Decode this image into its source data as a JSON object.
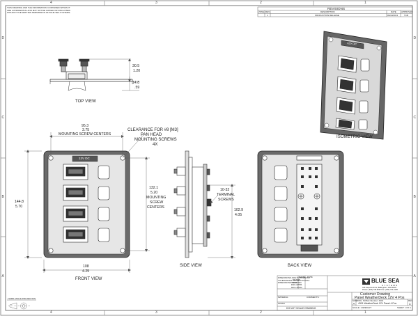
{
  "zones": {
    "top": [
      "4",
      "3",
      "2",
      "1"
    ],
    "bottom": [
      "4",
      "3",
      "2",
      "1"
    ],
    "sides": [
      "D",
      "C",
      "B",
      "A"
    ]
  },
  "notice": {
    "line1": "THIS DRAWING AND THE INFORMATION CONTAINED WITHIN IT",
    "line2": "ARE CONFIDENTIAL AND MAY NOT BE COPIED OR DISCLOSED",
    "line3": "WITHOUT THE WRITTEN PERMISSION OF BLUE SEA SYSTEMS."
  },
  "revisions": {
    "title": "REVISIONS",
    "headers": [
      "ZONE",
      "REV",
      "DESCRIPTION",
      "DATE",
      "APPROVED"
    ],
    "row": [
      "",
      "1",
      "PRODUCTION RELEASE",
      "09/19/2013",
      "TCB"
    ]
  },
  "panel_label": "12V DC",
  "views": {
    "top": "TOP VIEW",
    "isometric": "ISOMETRIC VIEW",
    "front": "FRONT VIEW",
    "side": "SIDE VIEW",
    "back": "BACK VIEW"
  },
  "dims": {
    "top_h1_mm": "30.5",
    "top_h1_in": "1.20",
    "top_h2_mm": "14.8",
    "top_h2_in": ".59",
    "screw_span_mm": "95.3",
    "screw_span_in": "3.75",
    "screw_span_label": "MOUNTING SCREW CENTERS",
    "clearance1": "CLEARANCE FOR #8 [M3]",
    "clearance2": "PAN HEAD",
    "clearance3": "MOUNTING SCREWS",
    "clearance4": "4X",
    "height_mm": "144.8",
    "height_in": "5.70",
    "vspan_mm": "132.1",
    "vspan_in": "5.20",
    "vspan_l1": "MOUNTING",
    "vspan_l2": "SCREW",
    "vspan_l3": "CENTERS",
    "width_mm": "108",
    "width_in": "4.25",
    "terminal1": "10-32",
    "terminal2": "TERMINAL",
    "terminal3": "SCREWS",
    "depth_mm": "102.9",
    "depth_in": "4.05"
  },
  "title_block": {
    "dims_note1": "DIMENSIONS ARE IN MM [INCH]",
    "dims_note2": "TOLERANCES ON FRACTIONAL",
    "dims_note3": "DIMENSIONS ±1/64",
    "name_hdr": "NAME",
    "date_hdr": "DATE",
    "drawn": "DRAWN",
    "checked": "CHECKED",
    "eng_appr": "ENG APPR.",
    "mfg_appr": "MFG APPR.",
    "material": "MATERIAL",
    "finish": "FINISH",
    "comments": "COMMENTS:",
    "do_not_scale": "DO NOT SCALE DRAWING",
    "company": "BLUE SEA",
    "company2": "SYSTEMS",
    "addr1": "425 Sequoia Drive, Bellingham, WA 98226",
    "addr2": "Phone: (360) 738-8230  Fax: (360) 734-4195",
    "title1": "Customer Drawing",
    "title2": "Panel WeatherDeck 12V 4 Pos",
    "part": "Part Number: 4301",
    "size_hdr": "SIZE",
    "dwg_hdr": "DWG. NO.",
    "rev_hdr": "REV",
    "size": "A",
    "dwg": "4301 WeatherDeck 12V Panel 4 Pos",
    "rev": "1",
    "scale": "SCALE: 1:1",
    "weight": "WEIGHT:",
    "sheet": "SHEET 1 OF 1",
    "projection": "THIRD ANGLE PROJECTION"
  }
}
